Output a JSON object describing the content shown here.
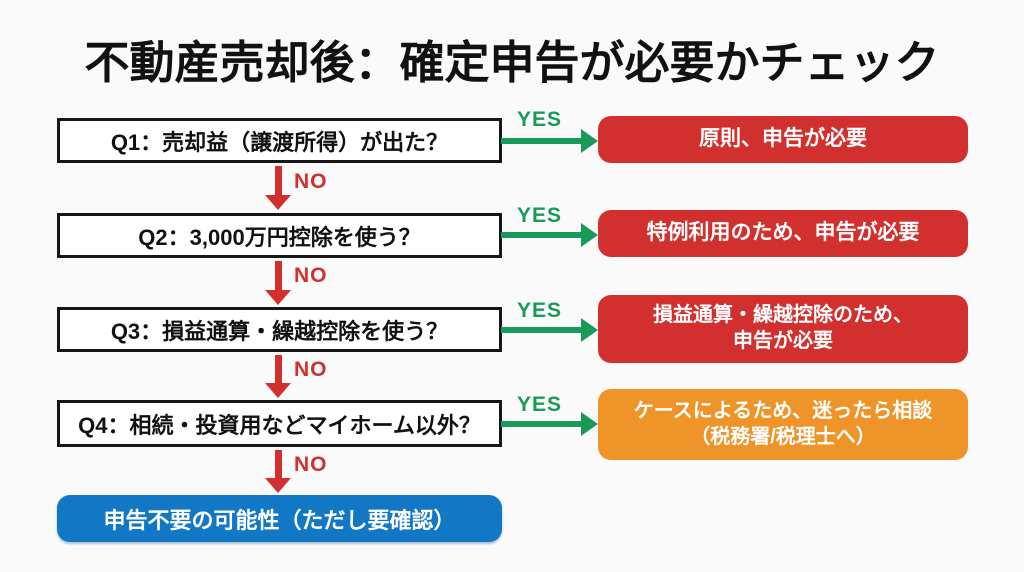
{
  "title": "不動産売却後：確定申告が必要かチェック",
  "labels": {
    "yes": "YES",
    "no": "NO"
  },
  "colors": {
    "red": "#d1302e",
    "green": "#1a9a58",
    "orange": "#ee9428",
    "blue": "#1277c4",
    "box_border": "#161616"
  },
  "flow": {
    "steps": [
      {
        "question": "Q1：売却益（譲渡所得）が出た？",
        "result": {
          "color": "red",
          "lines": [
            "原則、申告が必要"
          ]
        }
      },
      {
        "question": "Q2：3,000万円控除を使う？",
        "result": {
          "color": "red",
          "lines": [
            "特例利用のため、申告が必要"
          ]
        }
      },
      {
        "question": "Q3：損益通算・繰越控除を使う？",
        "result": {
          "color": "red",
          "lines": [
            "損益通算・繰越控除のため、",
            "申告が必要"
          ]
        }
      },
      {
        "question": "Q4：相続・投資用などマイホーム以外？",
        "result": {
          "color": "orange",
          "lines": [
            "ケースによるため、迷ったら相談",
            "（税務署/税理士へ）"
          ]
        }
      }
    ],
    "final": {
      "text": "申告不要の可能性（ただし要確認）",
      "color": "blue"
    }
  }
}
